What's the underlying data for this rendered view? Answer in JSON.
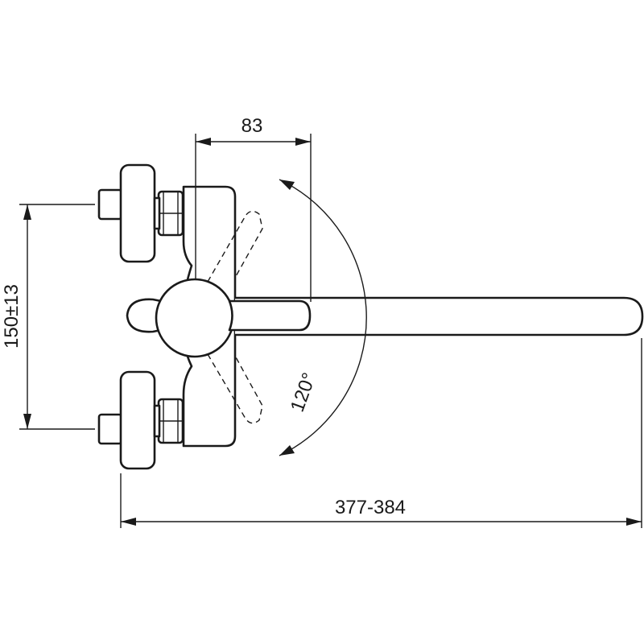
{
  "dimensions": {
    "lever_offset": "83",
    "inlet_spacing": "150±13",
    "swing_angle": "120°",
    "overall_length": "377-384"
  }
}
